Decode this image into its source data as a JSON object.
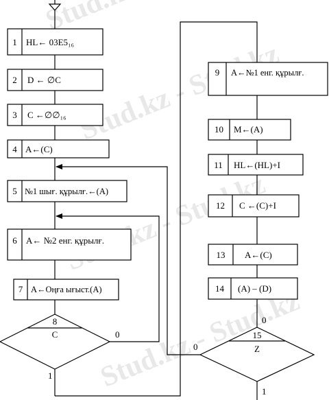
{
  "watermark": "Stud.kz - Stud.kz",
  "blocks": {
    "b1": {
      "num": "1",
      "text": "HL← 03E5₁₆"
    },
    "b2": {
      "num": "2",
      "text": "D ← ∅C"
    },
    "b3": {
      "num": "3",
      "text": "C ←∅∅₁₆"
    },
    "b4": {
      "num": "4",
      "text": "A←(C)"
    },
    "b5": {
      "num": "5",
      "text": "№1 шығ. құрылғ.←(A)"
    },
    "b6": {
      "num": "6",
      "text": "A← №2 енг. құрылғ."
    },
    "b7": {
      "num": "7",
      "text": "A←Оңға ығыст.(A)"
    },
    "b9": {
      "num": "9",
      "text": "A←№1 енг. құрылғ."
    },
    "b10": {
      "num": "10",
      "text": "M←(A)"
    },
    "b11": {
      "num": "11",
      "text": "HL←(HL)+I"
    },
    "b12": {
      "num": "12",
      "text": "C ←(C)+I"
    },
    "b13": {
      "num": "13",
      "text": "A←(C)"
    },
    "b14": {
      "num": "14",
      "text": "(A) – (D)"
    }
  },
  "decisions": {
    "d8": {
      "num": "8",
      "bit": "C",
      "out_right": "0",
      "out_bottom": "1"
    },
    "d15": {
      "num": "15",
      "bit": "Z",
      "out_top": "0",
      "out_left": "0",
      "out_bottom": "1"
    }
  }
}
